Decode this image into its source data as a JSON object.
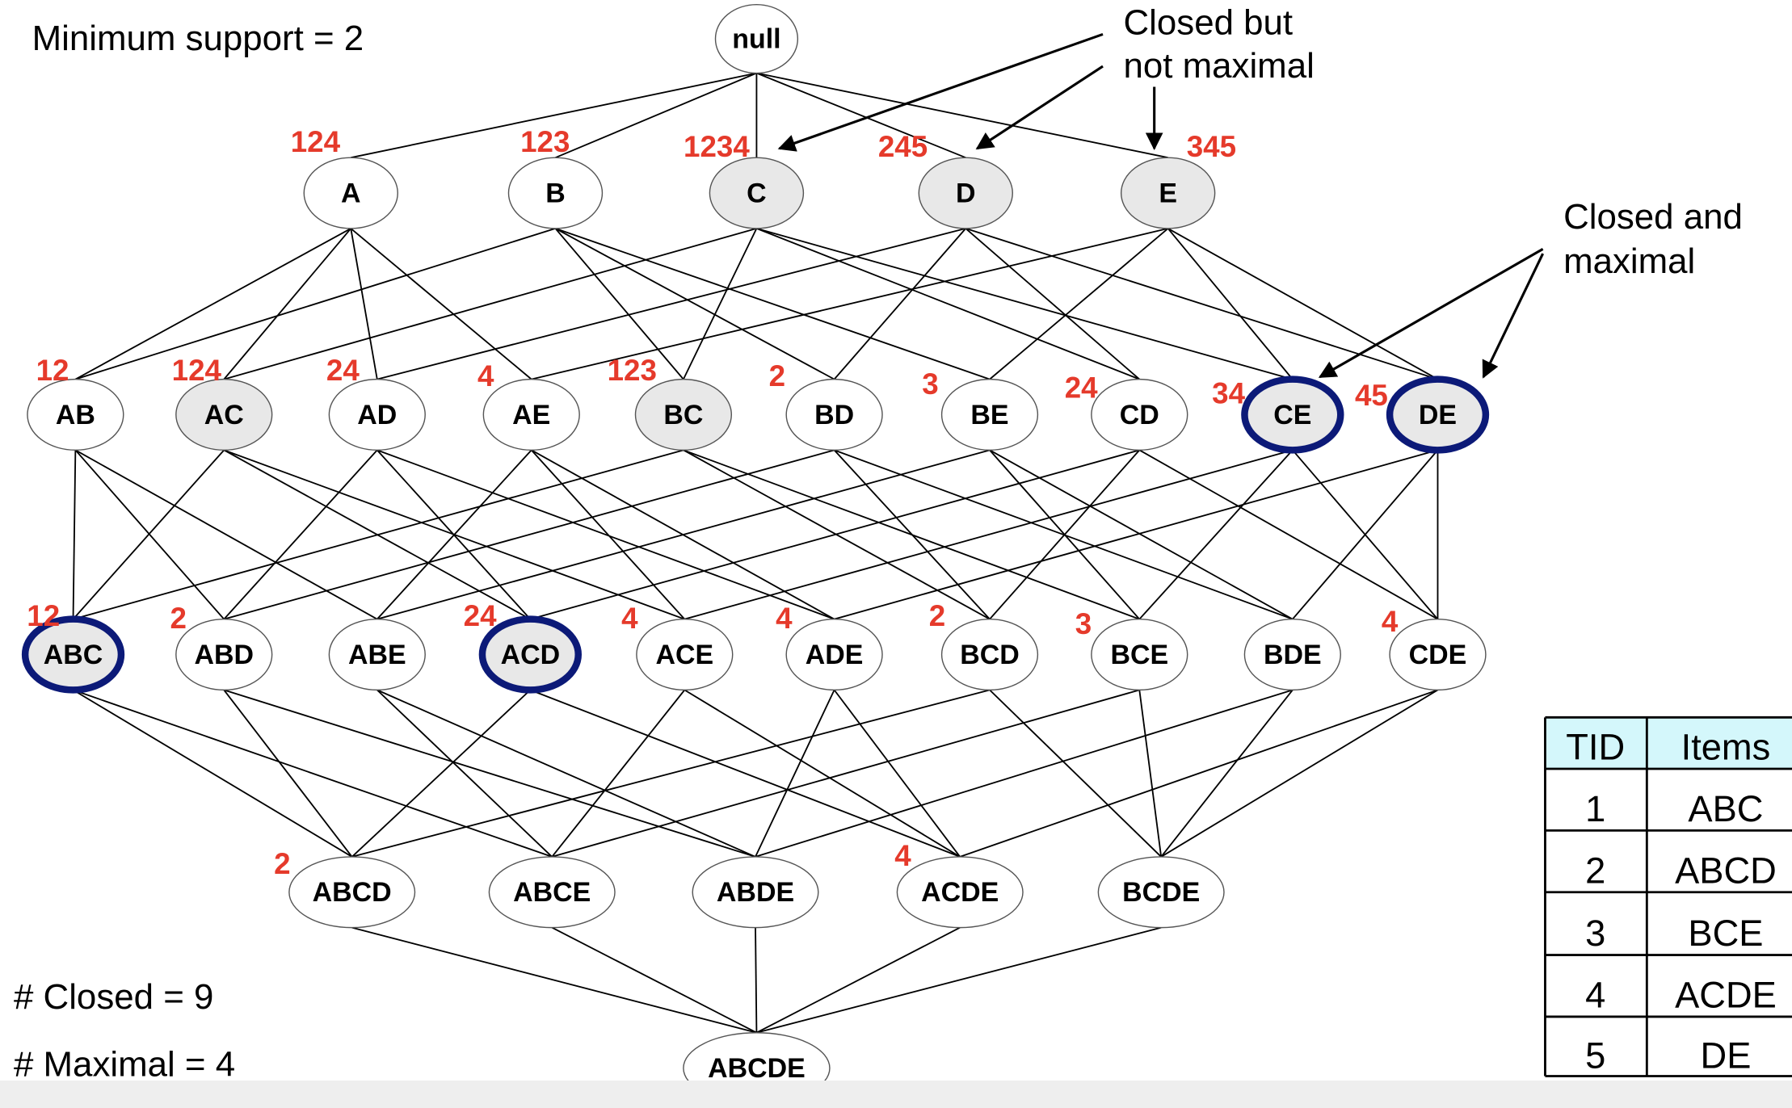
{
  "min_support_label": "Minimum support = 2",
  "closed_count_label": "# Closed = 9",
  "maximal_count_label": "# Maximal = 4",
  "annotations": {
    "closed_not_maximal": [
      "Closed but",
      "not maximal"
    ],
    "closed_and_maximal": [
      "Closed and",
      "maximal"
    ]
  },
  "colors": {
    "tid_text": "#e53a2b",
    "closed_fill": "#e8e8e8",
    "maximal_border": "#0c1a78",
    "table_header_fill": "#d4f7fb"
  },
  "lattice": {
    "nodes": [
      {
        "id": "null",
        "label": "null",
        "tids": "",
        "status": "none"
      },
      {
        "id": "A",
        "label": "A",
        "tids": "124",
        "status": "none"
      },
      {
        "id": "B",
        "label": "B",
        "tids": "123",
        "status": "none"
      },
      {
        "id": "C",
        "label": "C",
        "tids": "1234",
        "status": "closed"
      },
      {
        "id": "D",
        "label": "D",
        "tids": "245",
        "status": "closed"
      },
      {
        "id": "E",
        "label": "E",
        "tids": "345",
        "status": "closed"
      },
      {
        "id": "AB",
        "label": "AB",
        "tids": "12",
        "status": "none"
      },
      {
        "id": "AC",
        "label": "AC",
        "tids": "124",
        "status": "closed"
      },
      {
        "id": "AD",
        "label": "AD",
        "tids": "24",
        "status": "none"
      },
      {
        "id": "AE",
        "label": "AE",
        "tids": "4",
        "status": "none"
      },
      {
        "id": "BC",
        "label": "BC",
        "tids": "123",
        "status": "closed"
      },
      {
        "id": "BD",
        "label": "BD",
        "tids": "2",
        "status": "none"
      },
      {
        "id": "BE",
        "label": "BE",
        "tids": "3",
        "status": "none"
      },
      {
        "id": "CD",
        "label": "CD",
        "tids": "24",
        "status": "none"
      },
      {
        "id": "CE",
        "label": "CE",
        "tids": "34",
        "status": "maximal"
      },
      {
        "id": "DE",
        "label": "DE",
        "tids": "45",
        "status": "maximal"
      },
      {
        "id": "ABC",
        "label": "ABC",
        "tids": "12",
        "status": "maximal"
      },
      {
        "id": "ABD",
        "label": "ABD",
        "tids": "2",
        "status": "none"
      },
      {
        "id": "ABE",
        "label": "ABE",
        "tids": "",
        "status": "none"
      },
      {
        "id": "ACD",
        "label": "ACD",
        "tids": "24",
        "status": "maximal"
      },
      {
        "id": "ACE",
        "label": "ACE",
        "tids": "4",
        "status": "none"
      },
      {
        "id": "ADE",
        "label": "ADE",
        "tids": "4",
        "status": "none"
      },
      {
        "id": "BCD",
        "label": "BCD",
        "tids": "2",
        "status": "none"
      },
      {
        "id": "BCE",
        "label": "BCE",
        "tids": "3",
        "status": "none"
      },
      {
        "id": "BDE",
        "label": "BDE",
        "tids": "",
        "status": "none"
      },
      {
        "id": "CDE",
        "label": "CDE",
        "tids": "4",
        "status": "none"
      },
      {
        "id": "ABCD",
        "label": "ABCD",
        "tids": "2",
        "status": "none"
      },
      {
        "id": "ABCE",
        "label": "ABCE",
        "tids": "",
        "status": "none"
      },
      {
        "id": "ABDE",
        "label": "ABDE",
        "tids": "",
        "status": "none"
      },
      {
        "id": "ACDE",
        "label": "ACDE",
        "tids": "4",
        "status": "none"
      },
      {
        "id": "BCDE",
        "label": "BCDE",
        "tids": "",
        "status": "none"
      },
      {
        "id": "ABCDE",
        "label": "ABCDE",
        "tids": "",
        "status": "none"
      }
    ]
  },
  "transactions_table": {
    "headers": [
      "TID",
      "Items"
    ],
    "rows": [
      [
        "1",
        "ABC"
      ],
      [
        "2",
        "ABCD"
      ],
      [
        "3",
        "BCE"
      ],
      [
        "4",
        "ACDE"
      ],
      [
        "5",
        "DE"
      ]
    ]
  }
}
